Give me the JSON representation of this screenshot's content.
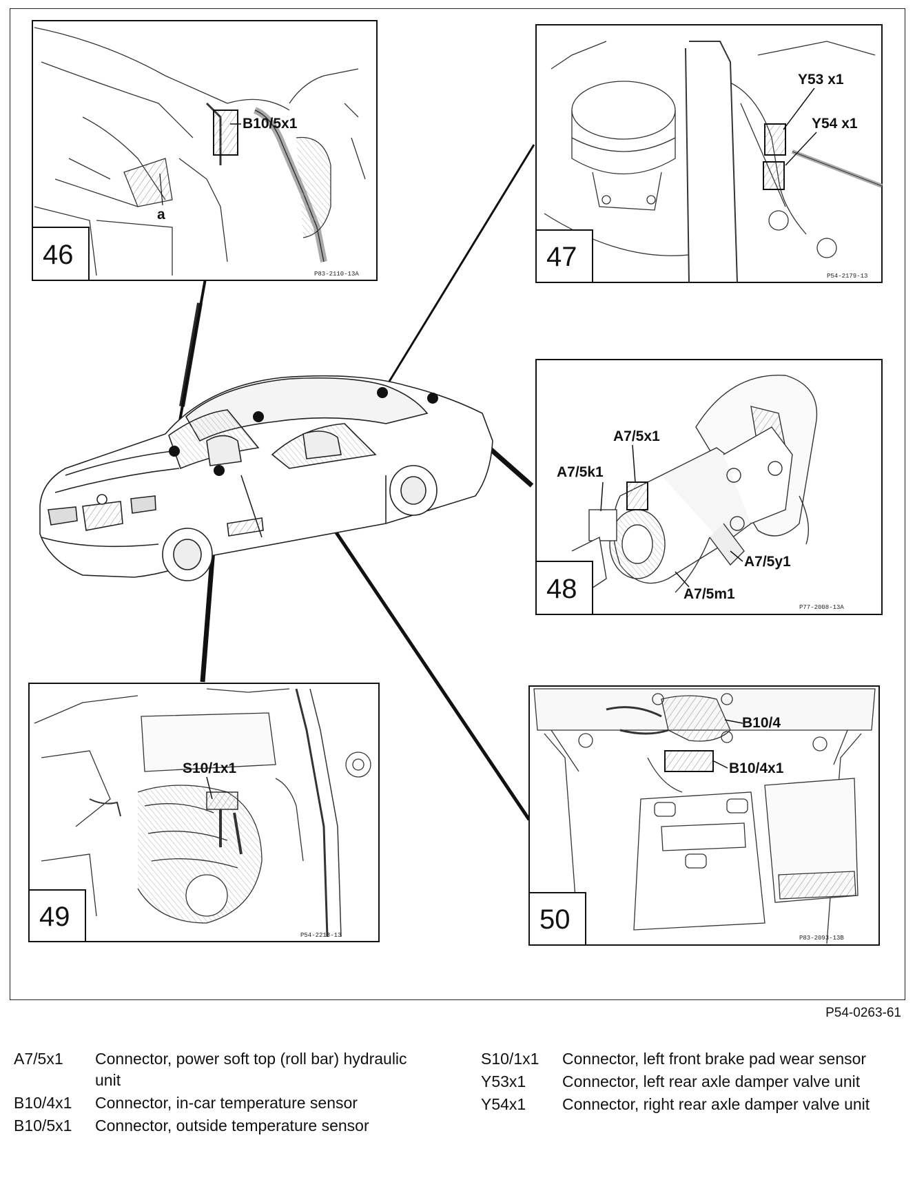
{
  "figure_code": "P54-0263-61",
  "panels": [
    {
      "number": "46",
      "code": "P83-2110-13A",
      "callouts": [
        "B10/5x1",
        "a"
      ]
    },
    {
      "number": "47",
      "code": "P54-2179-13",
      "callouts": [
        "Y53 x1",
        "Y54 x1"
      ]
    },
    {
      "number": "48",
      "code": "P77-2008-13A",
      "callouts": [
        "A7/5x1",
        "A7/5k1",
        "A7/5y1",
        "A7/5m1"
      ]
    },
    {
      "number": "49",
      "code": "P54-2213-13",
      "callouts": [
        "S10/1x1"
      ]
    },
    {
      "number": "50",
      "code": "P83-2093-13B",
      "callouts": [
        "B10/4",
        "B10/4x1"
      ]
    }
  ],
  "legend": {
    "left": [
      {
        "code": "A7/5x1",
        "desc": "Connector, power soft top (roll bar) hydraulic unit"
      },
      {
        "code": "B10/4x1",
        "desc": "Connector, in-car temperature sensor"
      },
      {
        "code": "B10/5x1",
        "desc": "Connector, outside temperature sensor"
      }
    ],
    "right": [
      {
        "code": "S10/1x1",
        "desc": "Connector, left front brake pad wear sensor"
      },
      {
        "code": "Y53x1",
        "desc": "Connector, left rear axle damper valve unit"
      },
      {
        "code": "Y54x1",
        "desc": "Connector, right rear axle damper valve unit"
      }
    ]
  }
}
